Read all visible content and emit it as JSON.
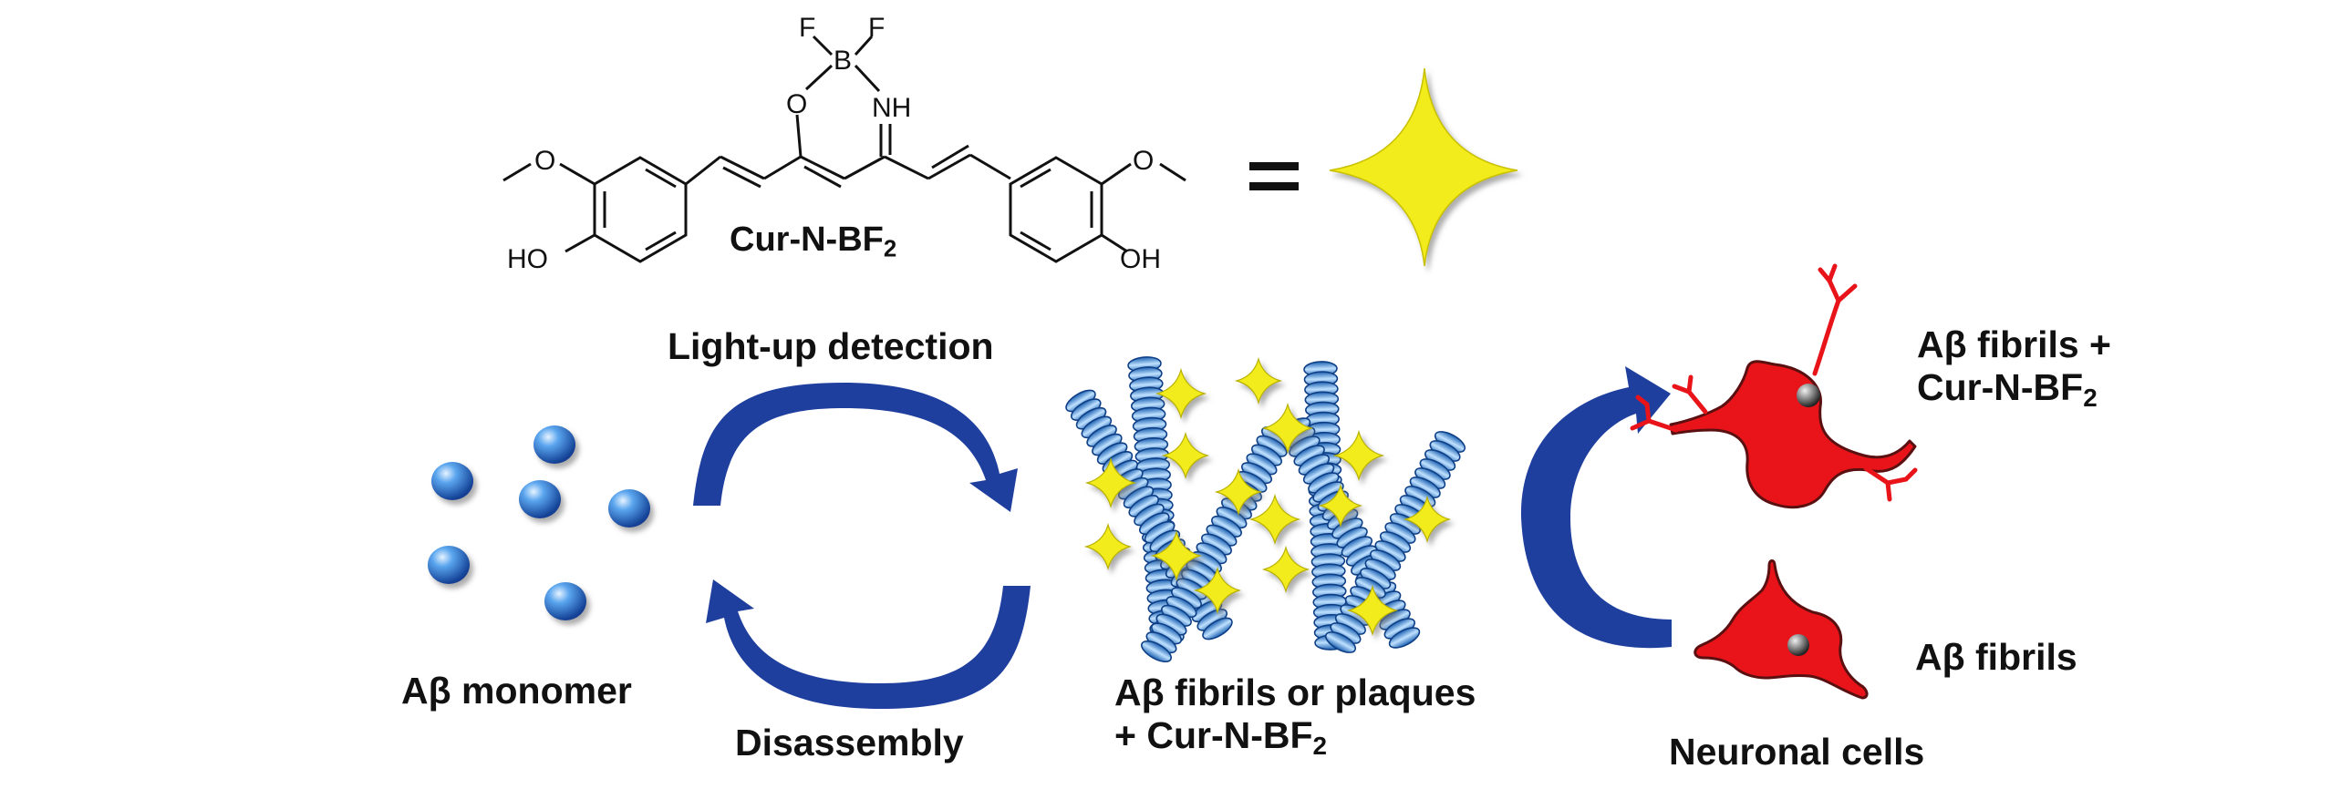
{
  "molecule": {
    "name": "Cur-N-BF",
    "name_sub": "2",
    "atoms": {
      "F_left": "F",
      "F_right": "F",
      "B": "B",
      "O": "O",
      "NH": "NH",
      "OMe_left": "O",
      "OMe_right": "O",
      "OH_left": "HO",
      "OH_right": "OH"
    },
    "equals": "="
  },
  "labels": {
    "light_up": "Light-up detection",
    "disassembly": "Disassembly",
    "monomer": "Aβ monomer",
    "fibrils_line1": "Aβ fibrils or plaques",
    "fibrils_line2": "+ Cur-N-BF",
    "fibrils_line2_sub": "2",
    "cell_top_line1": "Aβ fibrils +",
    "cell_top_line2": "Cur-N-BF",
    "cell_top_line2_sub": "2",
    "cell_bottom": "Aβ fibrils",
    "neuronal": "Neuronal cells"
  },
  "colors": {
    "arrow_blue": "#1f3f9f",
    "sphere_blue": "#3a86d8",
    "star_yellow": "#f2ec1a",
    "neuron_red": "#e8141a"
  }
}
